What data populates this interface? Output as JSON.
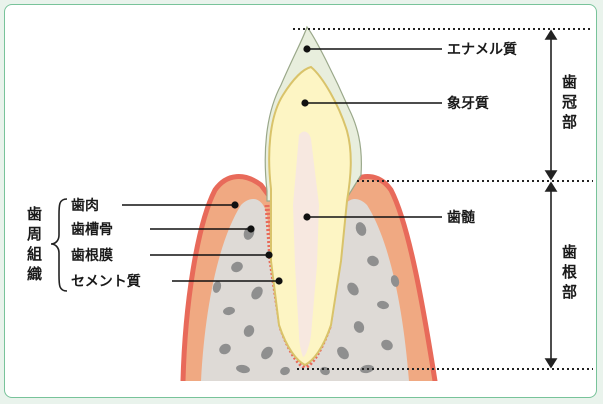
{
  "labels": {
    "enamel": "エナメル質",
    "dentin": "象牙質",
    "pulp": "歯髄",
    "gingiva": "歯肉",
    "alveolar_bone": "歯槽骨",
    "periodontal_ligament": "歯根膜",
    "cementum": "セメント質"
  },
  "groups": {
    "periodontium": [
      "歯",
      "周",
      "組",
      "織"
    ],
    "crown": [
      "歯",
      "冠",
      "部"
    ],
    "root": [
      "歯",
      "根",
      "部"
    ]
  },
  "colors": {
    "frame_border": "#78c39a",
    "gingiva": "#f0a982",
    "gingiva_edge": "#e86a5a",
    "bone": "#dedad6",
    "bone_spots": "#8f8f8f",
    "enamel": "#e8eedd",
    "dentin": "#fdf5c4",
    "pulp": "#f7e8e0",
    "ligament": "#e86a5a"
  }
}
